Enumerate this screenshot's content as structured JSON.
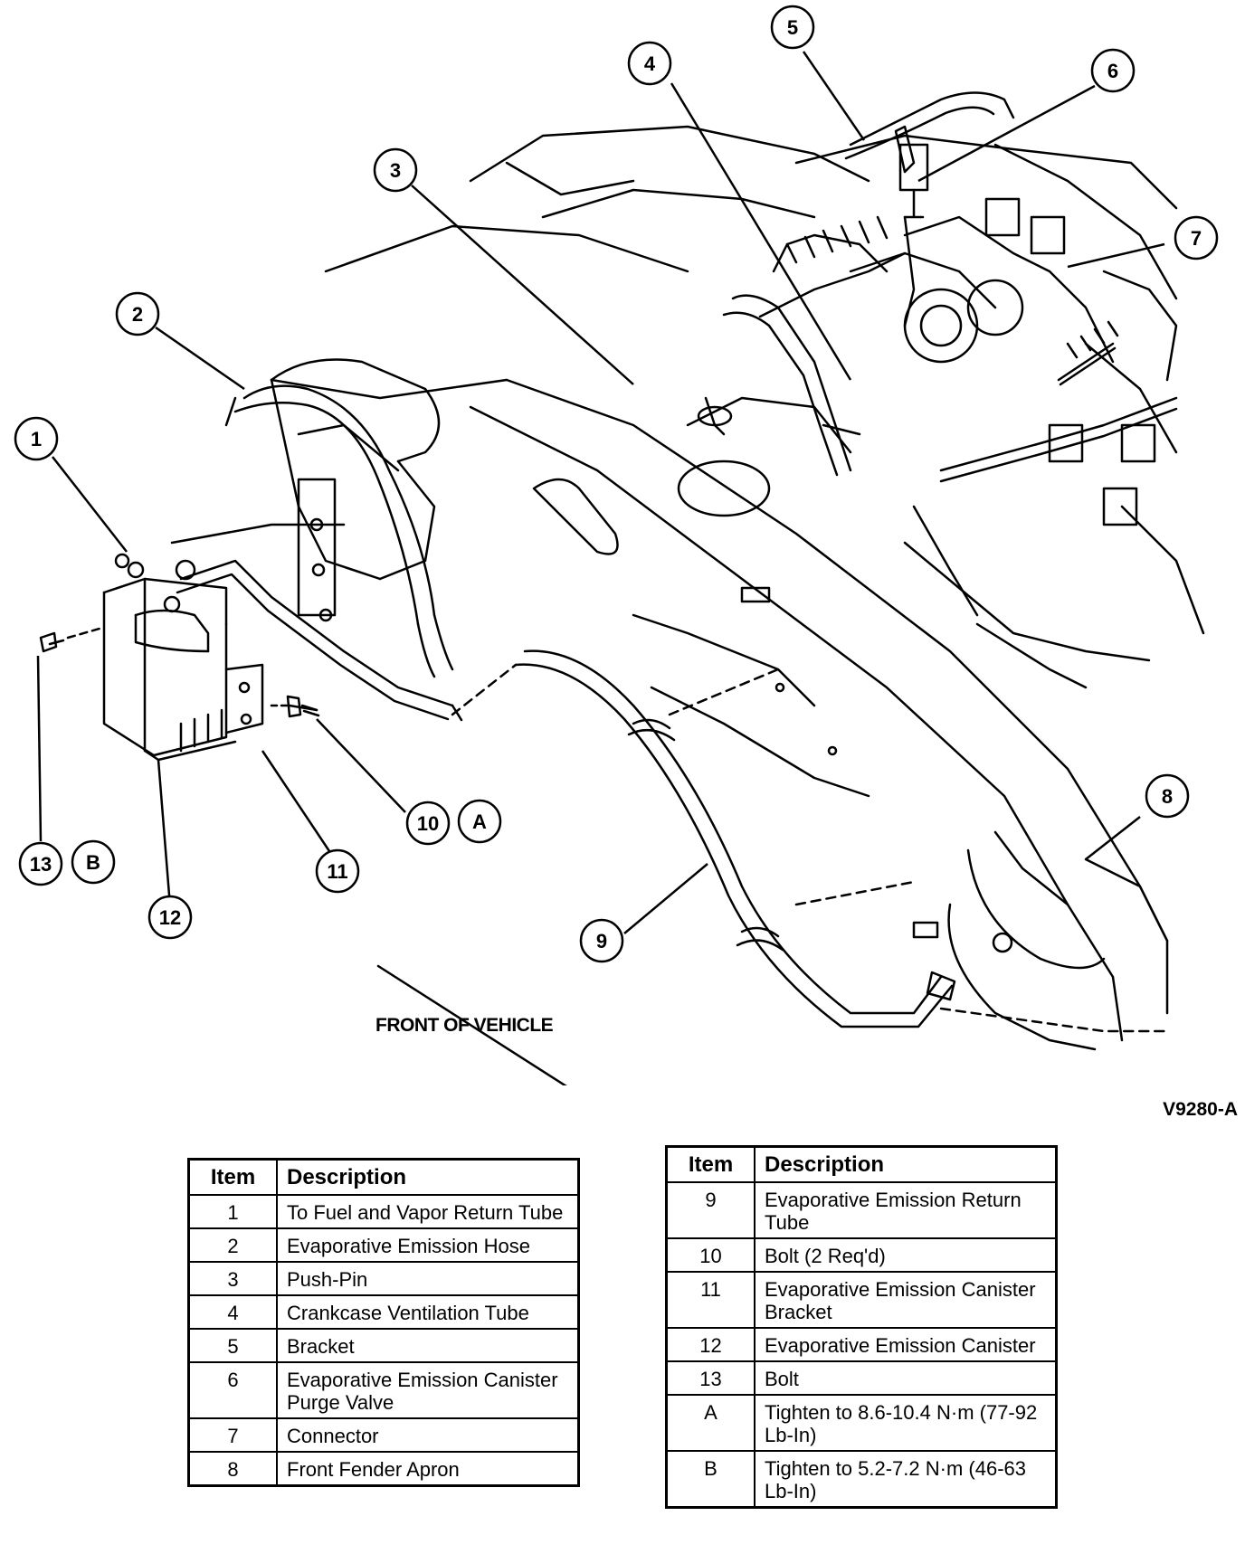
{
  "callouts": [
    "1",
    "2",
    "3",
    "4",
    "5",
    "6",
    "7",
    "8",
    "9",
    "10",
    "11",
    "12",
    "13",
    "A",
    "B"
  ],
  "direction_label": "FRONT OF VEHICLE",
  "figure_code": "V9280-A",
  "legend": {
    "header_item": "Item",
    "header_description": "Description",
    "left_rows": [
      {
        "item": "1",
        "description": "To Fuel and Vapor Return Tube"
      },
      {
        "item": "2",
        "description": "Evaporative Emission Hose"
      },
      {
        "item": "3",
        "description": "Push-Pin"
      },
      {
        "item": "4",
        "description": "Crankcase Ventilation Tube"
      },
      {
        "item": "5",
        "description": "Bracket"
      },
      {
        "item": "6",
        "description": "Evaporative Emission Canister Purge Valve"
      },
      {
        "item": "7",
        "description": "Connector"
      },
      {
        "item": "8",
        "description": "Front Fender Apron"
      }
    ],
    "right_rows": [
      {
        "item": "9",
        "description": "Evaporative Emission Return Tube"
      },
      {
        "item": "10",
        "description": "Bolt (2 Req'd)"
      },
      {
        "item": "11",
        "description": "Evaporative Emission Canister Bracket"
      },
      {
        "item": "12",
        "description": "Evaporative Emission Canister"
      },
      {
        "item": "13",
        "description": "Bolt"
      },
      {
        "item": "A",
        "description": "Tighten to 8.6-10.4 N·m (77-92 Lb-In)"
      },
      {
        "item": "B",
        "description": "Tighten to 5.2-7.2 N·m (46-63 Lb-In)"
      }
    ]
  }
}
